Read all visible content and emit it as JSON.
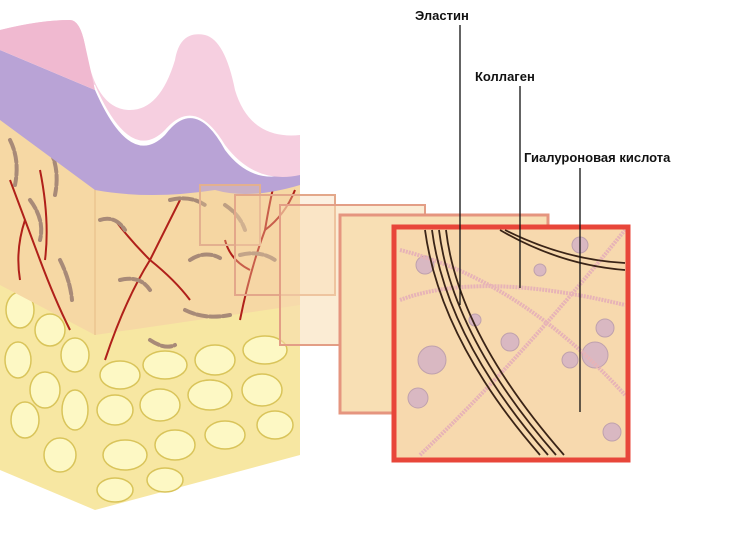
{
  "labels": {
    "elastin": "Эластин",
    "collagen": "Коллаген",
    "hyaluronic_acid": "Гиалуроновая кислота"
  },
  "colors": {
    "epidermis": "#f6cfe0",
    "basal_layer": "#b9a3d6",
    "dermis": "#f5d7a3",
    "fat": "#fbf3a8",
    "frame": "#e8463a",
    "elastin": "#3a2417",
    "collagen": "#e7b3b7",
    "vessel": "#b0201a"
  }
}
